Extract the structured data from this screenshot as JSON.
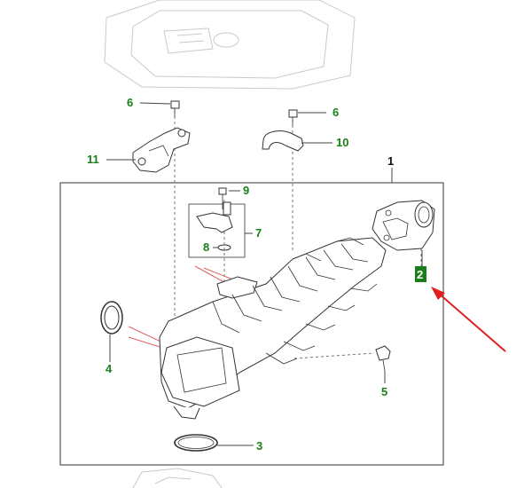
{
  "callouts": [
    {
      "id": "c1",
      "label": "1"
    },
    {
      "id": "c2",
      "label": "2"
    },
    {
      "id": "c3",
      "label": "3"
    },
    {
      "id": "c4",
      "label": "4"
    },
    {
      "id": "c5",
      "label": "5"
    },
    {
      "id": "c6a",
      "label": "6"
    },
    {
      "id": "c6b",
      "label": "6"
    },
    {
      "id": "c7",
      "label": "7"
    },
    {
      "id": "c8",
      "label": "8"
    },
    {
      "id": "c9",
      "label": "9"
    },
    {
      "id": "c10",
      "label": "10"
    },
    {
      "id": "c11",
      "label": "11"
    }
  ],
  "colors": {
    "callout_green": "#1a7f1a",
    "callout_black": "#111111",
    "highlight_box": "#1a7f1a",
    "pointer_arrow": "#e02020",
    "hint_lines": "#e06060",
    "faded_part": "#c9c9c9"
  },
  "highlighted_callout": "2"
}
